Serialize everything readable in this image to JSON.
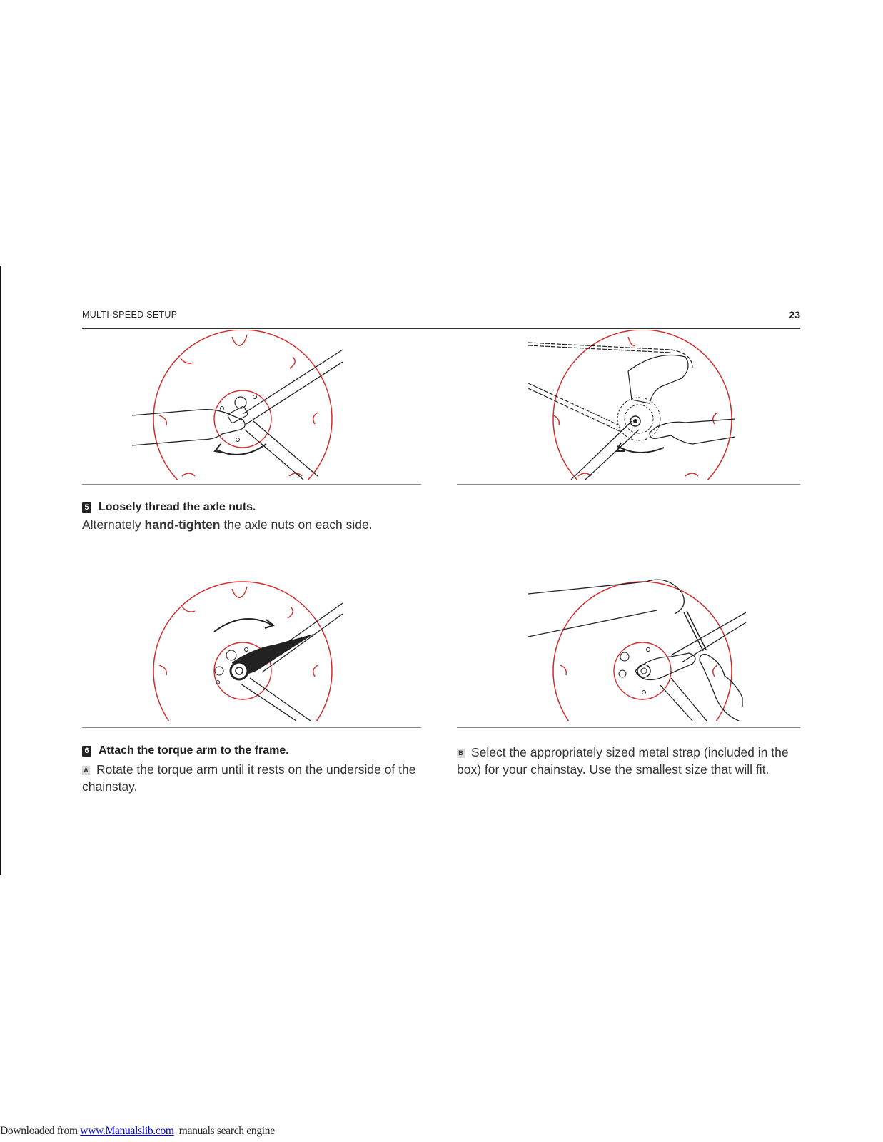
{
  "header": {
    "section_title": "MULTI-SPEED SETUP",
    "page_number": "23"
  },
  "steps": [
    {
      "number": "5",
      "title": "Loosely thread the axle nuts.",
      "text_before": "Alternately ",
      "text_bold": "hand-tighten",
      "text_after": " the axle nuts on each side."
    },
    {
      "number": "6",
      "title": "Attach the torque arm to the frame."
    }
  ],
  "substeps": [
    {
      "letter": "A",
      "text": "Rotate the torque arm until it rests on the underside of the chainstay."
    },
    {
      "letter": "B",
      "text": "Select the appropriately sized metal strap (included in the box) for your chainstay. Use the smallest size that will fit."
    }
  ],
  "footer": {
    "prefix": "Downloaded from ",
    "link": "www.Manualslib.com",
    "suffix": "  manuals search engine"
  },
  "colors": {
    "rotor": "#d42a2a",
    "line": "#222222",
    "rule": "#888888"
  }
}
